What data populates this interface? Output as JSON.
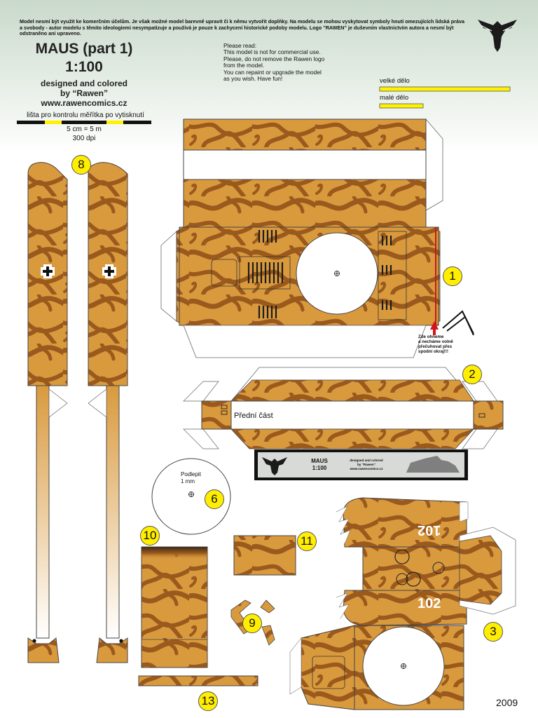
{
  "header": {
    "notice": "Model nesmí být využit ke komerčním účelům. Je však možné model barevně upravit či k němu vytvořit doplňky. Na modelu se mohou vyskytovat symboly hnutí omezujících lidská práva a svobody - autor modelu s těmito ideologiemi nesympatizuje a používá je pouze k zachycení historické podoby modelu. Logo \"RAWEN\" je duševním vlastnictvím autora a nesmí být odstraněno ani upraveno.",
    "title": "MAUS (part 1)",
    "scale": "1:100",
    "designed_line1": "designed and colored",
    "designed_line2": "by “Rawen”",
    "website": "www.rawencomics.cz",
    "please_read": "Please read:",
    "please_lines": [
      "This model is not for commercial use.",
      "Please, do not remove the Rawen logo",
      "from the model.",
      "You can repaint or upgrade the model",
      "as you wish. Have fun!"
    ],
    "logo_icon": "eagle-logo-icon"
  },
  "ruler": {
    "label": "lišta pro kontrolu měřítka po vytisknutí",
    "scale_text": "5 cm = 5 m",
    "dpi_text": "300 dpi"
  },
  "legend": {
    "big_gun": "velké dělo",
    "small_gun": "malé dělo",
    "bar_color": "#fff200"
  },
  "colors": {
    "camo_base": "#d99a3e",
    "camo_stripe": "#9b5a1d",
    "marker": "#ffee00",
    "outline": "#333333"
  },
  "parts": {
    "p1": "1",
    "p2": "2",
    "p3": "3",
    "p6": "6",
    "p8": "8",
    "p9": "9",
    "p10": "10",
    "p11": "11",
    "p13": "13",
    "front_label": "Přední část",
    "glue_line1": "Podlepit",
    "glue_line2": "1 mm",
    "hull_number": "102"
  },
  "fold_note": [
    "Zde ohneme",
    "a necháme volně",
    "přečuhovat přes",
    "spodní okraj!!!"
  ],
  "banner": {
    "title": "MAUS",
    "scale": "1:100",
    "designed": "designed and colored",
    "by": "by \"Rawen\"",
    "site": "www.rawencomics.cz"
  },
  "footer": {
    "year": "2009"
  }
}
